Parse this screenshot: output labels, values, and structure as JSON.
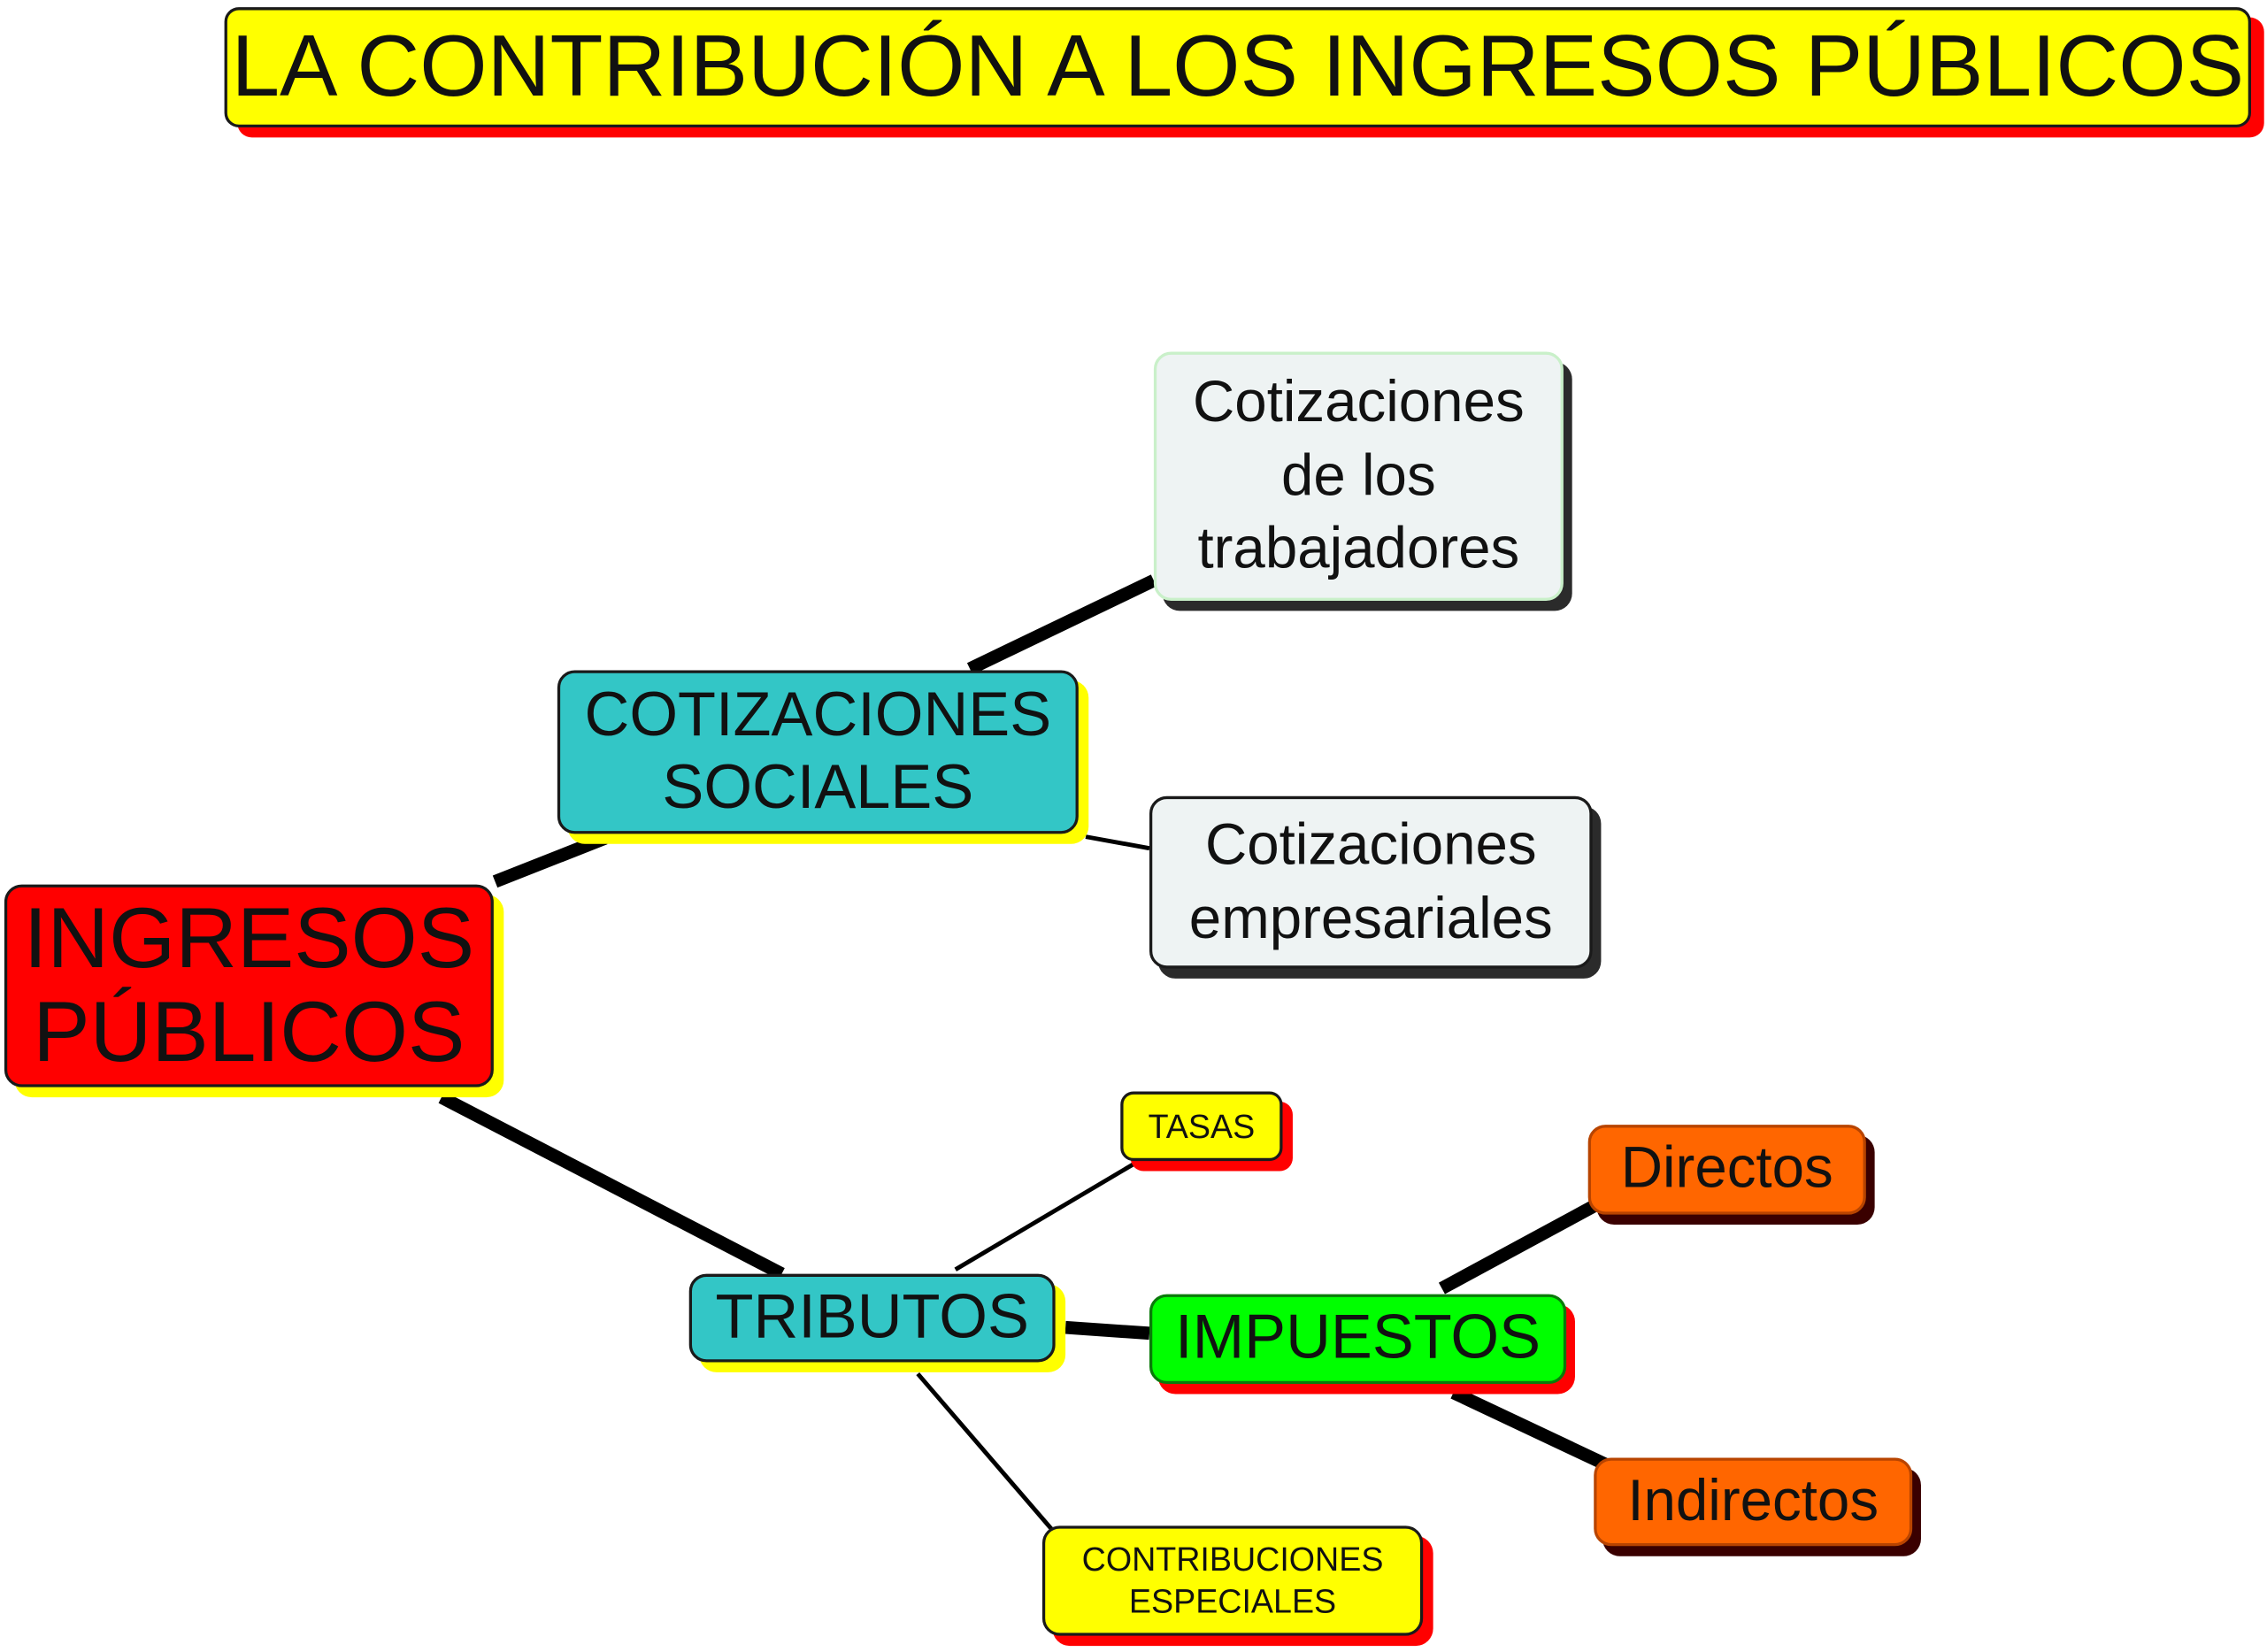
{
  "title": "LA CONTRIBUCIÓN A LOS INGRESOS PÚBLICOS",
  "nodes": {
    "root": "INGRESOS\nPÚBLICOS",
    "cotizaciones_sociales": "COTIZACIONES\nSOCIALES",
    "cotizaciones_trabajadores": "Cotizaciones\nde los\ntrabajadores",
    "cotizaciones_empresariales": "Cotizaciones\nempresariales",
    "tributos": "TRIBUTOS",
    "tasas": "TASAS",
    "contribuciones_especiales": "CONTRIBUCIONES\nESPECIALES",
    "impuestos": "IMPUESTOS",
    "directos": "Directos",
    "indirectos": "Indirectos"
  },
  "edges": [
    {
      "from": "root",
      "to": "cotizaciones_sociales"
    },
    {
      "from": "root",
      "to": "tributos"
    },
    {
      "from": "cotizaciones_sociales",
      "to": "cotizaciones_trabajadores"
    },
    {
      "from": "cotizaciones_sociales",
      "to": "cotizaciones_empresariales"
    },
    {
      "from": "tributos",
      "to": "tasas"
    },
    {
      "from": "tributos",
      "to": "impuestos"
    },
    {
      "from": "tributos",
      "to": "contribuciones_especiales"
    },
    {
      "from": "impuestos",
      "to": "directos"
    },
    {
      "from": "impuestos",
      "to": "indirectos"
    }
  ],
  "colors": {
    "title_fill": "#ffff00",
    "root_fill": "#ff0000",
    "level1_fill": "#33c6c6",
    "cotizacion_fill": "#eef3f3",
    "tributo_type_fill": "#ffff00",
    "impuestos_fill": "#00ff00",
    "impuesto_type_fill": "#ff6600",
    "connector": "#000000"
  }
}
